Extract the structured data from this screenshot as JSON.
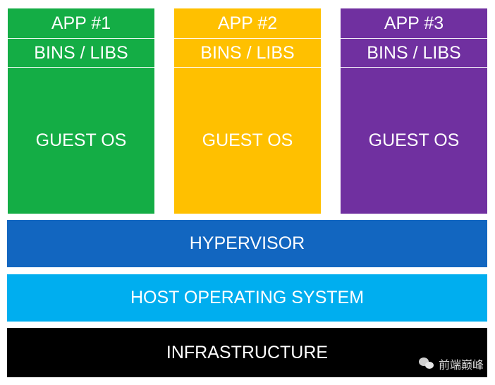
{
  "colors": {
    "vm1": "#14AD45",
    "vm2": "#FFC000",
    "vm3": "#7030A0",
    "hypervisor": "#1266C0",
    "host_os": "#00AEEF",
    "infrastructure": "#000000"
  },
  "vms": [
    {
      "app": "APP #1",
      "bins_libs": "BINS / LIBS",
      "guest_os": "GUEST OS"
    },
    {
      "app": "APP #2",
      "bins_libs": "BINS / LIBS",
      "guest_os": "GUEST OS"
    },
    {
      "app": "APP #3",
      "bins_libs": "BINS / LIBS",
      "guest_os": "GUEST OS"
    }
  ],
  "layers": {
    "hypervisor": "HYPERVISOR",
    "host_os": "HOST OPERATING SYSTEM",
    "infrastructure": "INFRASTRUCTURE"
  },
  "watermark": {
    "text": "前端巅峰",
    "icon": "wechat-icon"
  }
}
